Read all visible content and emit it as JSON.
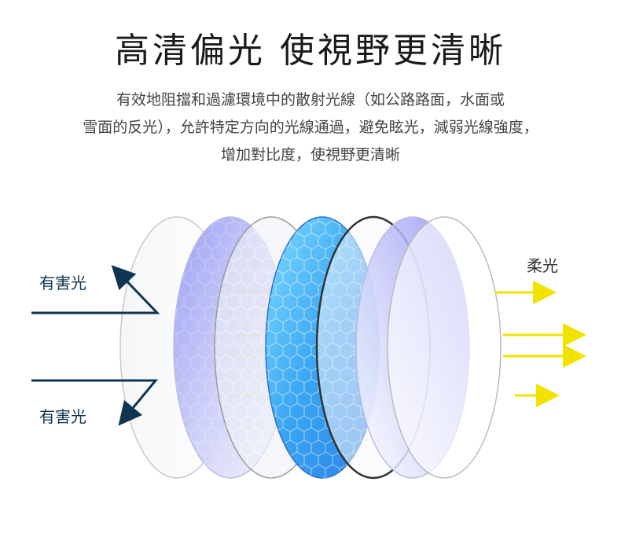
{
  "heading": "高清偏光 使視野更清晰",
  "description": {
    "line1": "有效地阻擋和過濾環境中的散射光線（如公路路面，水面或",
    "line2": "雪面的反光），允許特定方向的光線通過，避免眩光，減弱光線強度，",
    "line3": "增加對比度，使視野更清晰"
  },
  "diagram": {
    "harmful_light_top": "有害光",
    "harmful_light_bottom": "有害光",
    "soft_light": "柔光"
  },
  "colors": {
    "arrow_dark": "#0f3550",
    "light_beam": "#f2e200",
    "lens_blue": "#3a9df0",
    "lens_violet": "#8a8ff0"
  }
}
